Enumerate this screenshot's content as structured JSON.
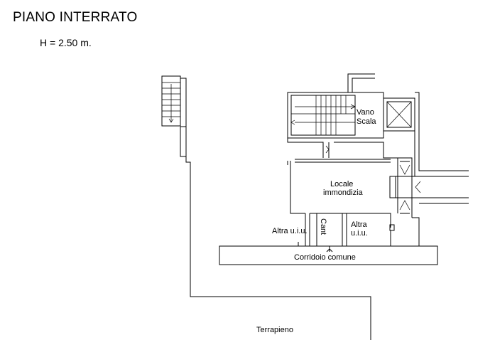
{
  "header": {
    "title": "PIANO INTERRATO",
    "height": "H = 2.50 m."
  },
  "plan": {
    "rooms": {
      "vano_scala_1": "Vano",
      "vano_scala_2": "Scala",
      "locale_1": "Locale",
      "locale_2": "immondizia",
      "altra_left": "Altra u.i.u.",
      "cant": "Cant",
      "altra_right_1": "Altra",
      "altra_right_2": "u.i.u.",
      "corridoio": "Corridoio comune",
      "terrapieno": "Terrapieno"
    }
  }
}
